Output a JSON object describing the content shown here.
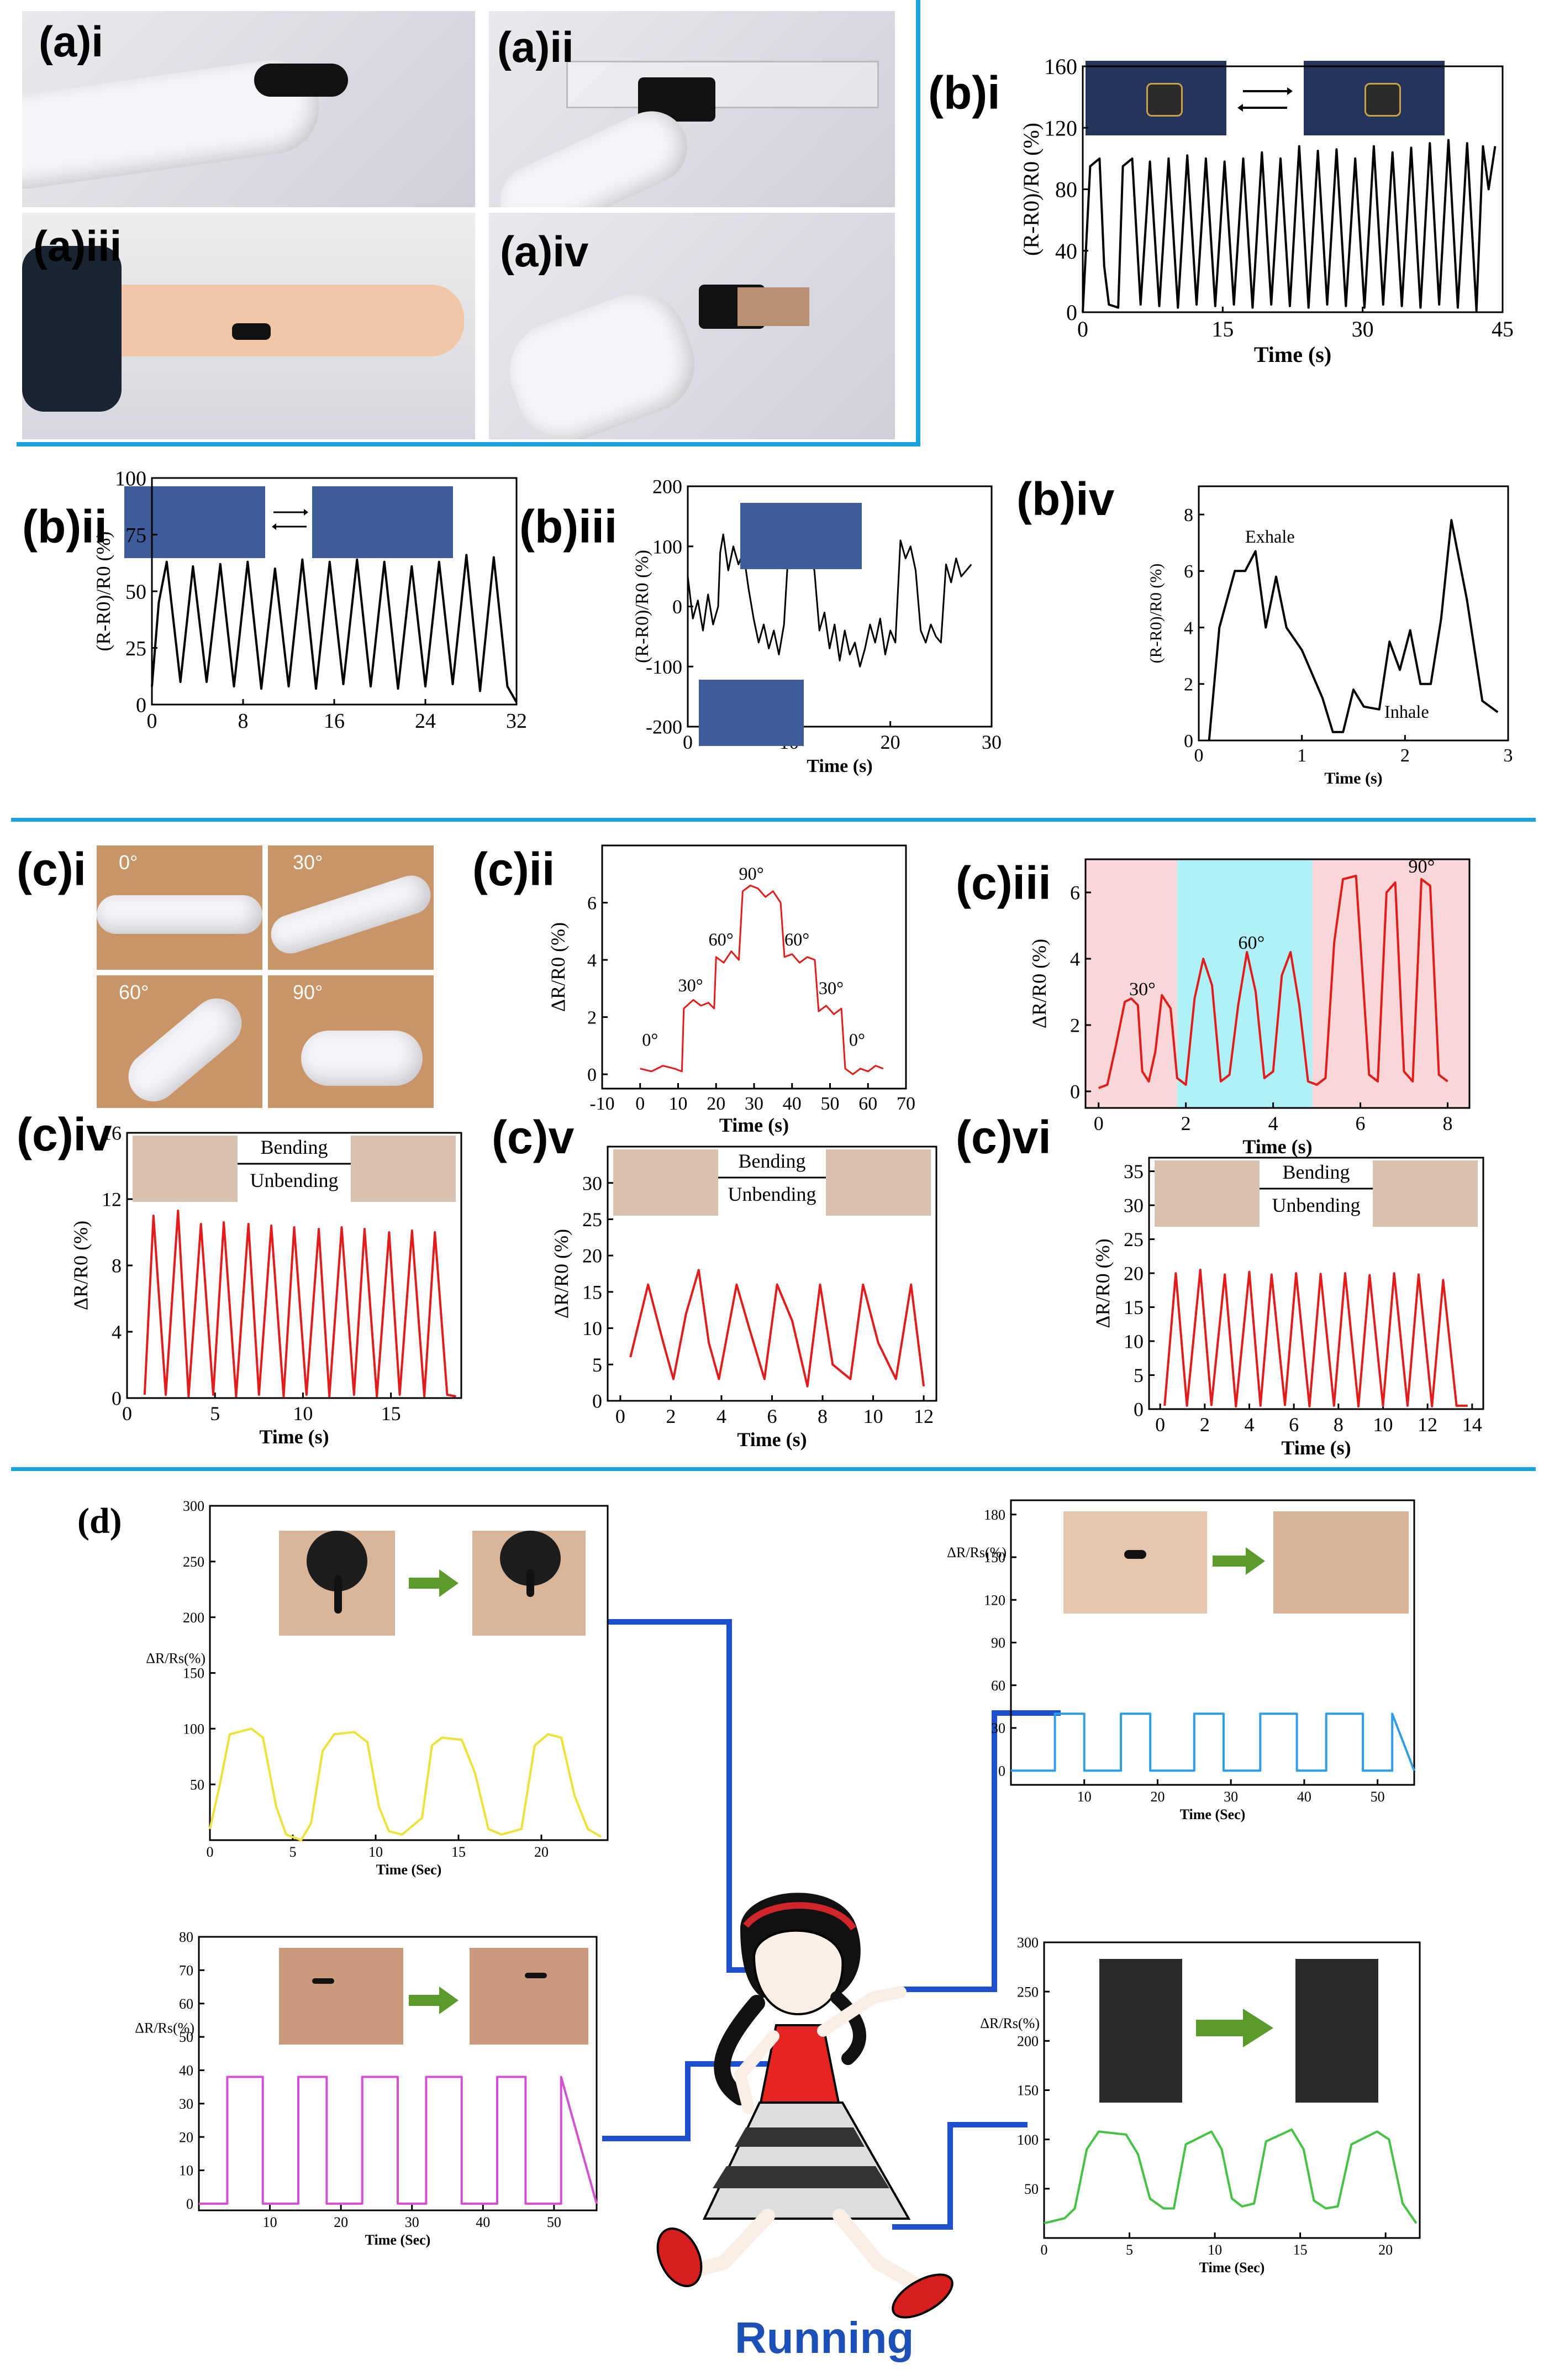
{
  "labels": {
    "ai": "(a)i",
    "aii": "(a)ii",
    "aiii": "(a)iii",
    "aiv": "(a)iv",
    "bi": "(b)i",
    "bii": "(b)ii",
    "biii": "(b)iii",
    "biv": "(b)iv",
    "ci": "(c)i",
    "cii": "(c)ii",
    "ciii": "(c)iii",
    "civ": "(c)iv",
    "cv": "(c)v",
    "cvi": "(c)vi",
    "d": "(d)"
  },
  "ci_angles": [
    "0°",
    "30°",
    "60°",
    "90°"
  ],
  "running": "Running",
  "colors": {
    "separator": "#1aa3e0",
    "red": "#e21b1b",
    "yellow": "#ece23a",
    "blue": "#2f9ce8",
    "magenta": "#d44fd2",
    "green": "#43c243",
    "connector": "#1d4fcf",
    "pinkband": "#f9d7d9",
    "cyanband": "#aef2f7"
  },
  "chart_data": [
    {
      "id": "bi",
      "type": "line",
      "xlabel": "Time (s)",
      "ylabel": "(R-R0)/R0 (%)",
      "xlim": [
        0,
        45
      ],
      "ylim": [
        0,
        160
      ],
      "xticks": [
        0,
        15,
        30,
        45
      ],
      "yticks": [
        0,
        40,
        80,
        120,
        160
      ],
      "color": "#000000",
      "x": [
        0,
        0.8,
        1.8,
        2.3,
        2.8,
        3.8,
        4.3,
        5.3,
        6.2,
        7.2,
        8.2,
        9.2,
        10.2,
        11.2,
        12.2,
        13.2,
        14.2,
        15.2,
        16.2,
        17.2,
        18.2,
        19.2,
        20.2,
        21.2,
        22.2,
        23.2,
        24.2,
        25.2,
        26.2,
        27.2,
        28.2,
        29.2,
        30.2,
        31.2,
        32.2,
        33.2,
        34.2,
        35.2,
        36.2,
        37.2,
        38.2,
        39.2,
        40.2,
        41.2,
        42.2,
        42.9,
        43.5,
        44.2
      ],
      "y": [
        0,
        95,
        100,
        30,
        5,
        3,
        95,
        100,
        5,
        98,
        4,
        100,
        3,
        102,
        5,
        100,
        4,
        98,
        5,
        100,
        3,
        104,
        5,
        100,
        4,
        108,
        3,
        105,
        5,
        106,
        4,
        100,
        3,
        108,
        5,
        104,
        4,
        107,
        3,
        110,
        5,
        112,
        3,
        110,
        1,
        108,
        80,
        108
      ]
    },
    {
      "id": "bii",
      "type": "line",
      "xlabel": "",
      "ylabel": "(R-R0)/R0 (%)",
      "xlim": [
        0,
        32
      ],
      "ylim": [
        0,
        100
      ],
      "xticks": [
        0,
        8,
        16,
        24,
        32
      ],
      "yticks": [
        0,
        25,
        50,
        75,
        100
      ],
      "color": "#000000",
      "x": [
        0,
        0.6,
        1.3,
        2.5,
        3.6,
        4.8,
        6.0,
        7.2,
        8.4,
        9.6,
        10.8,
        12.0,
        13.2,
        14.4,
        15.6,
        16.8,
        18.0,
        19.2,
        20.4,
        21.6,
        22.8,
        24.0,
        25.2,
        26.4,
        27.6,
        28.8,
        30.0,
        31.2,
        32
      ],
      "y": [
        8,
        45,
        63,
        10,
        61,
        10,
        62,
        8,
        63,
        7,
        60,
        8,
        64,
        7,
        63,
        9,
        64,
        8,
        63,
        7,
        61,
        8,
        63,
        9,
        66,
        6,
        65,
        8,
        1
      ]
    },
    {
      "id": "biii",
      "type": "line",
      "xlabel": "Time (s)",
      "ylabel": "(R-R0)/R0 (%)",
      "xlim": [
        0,
        30
      ],
      "ylim": [
        -200,
        200
      ],
      "xticks": [
        0,
        10,
        20,
        30
      ],
      "yticks": [
        -200,
        -100,
        0,
        100,
        200
      ],
      "color": "#000000",
      "x": [
        0,
        0.5,
        1,
        1.5,
        2,
        2.5,
        3,
        3.2,
        3.5,
        4,
        4.5,
        5,
        5.5,
        6,
        6.5,
        7,
        7.5,
        8,
        8.5,
        9,
        9.5,
        10,
        10.5,
        11,
        11.5,
        12,
        12.5,
        13,
        13.5,
        14,
        14.5,
        15,
        15.5,
        16,
        16.5,
        17,
        17.5,
        18,
        18.5,
        19,
        19.5,
        20,
        20.5,
        21,
        21.5,
        22,
        22.5,
        23,
        23.5,
        24,
        24.5,
        25,
        25.5,
        26,
        26.5,
        27,
        27.5,
        28
      ],
      "y": [
        50,
        -20,
        10,
        -40,
        20,
        -30,
        0,
        90,
        120,
        60,
        100,
        70,
        90,
        30,
        -20,
        -60,
        -30,
        -70,
        -40,
        -80,
        -30,
        110,
        70,
        100,
        80,
        90,
        60,
        -40,
        -10,
        -70,
        -30,
        -90,
        -40,
        -80,
        -60,
        -100,
        -70,
        -30,
        -60,
        -20,
        -80,
        -40,
        -60,
        110,
        80,
        100,
        60,
        -40,
        -60,
        -30,
        -50,
        -60,
        70,
        40,
        80,
        50,
        60,
        70
      ]
    },
    {
      "id": "biv",
      "type": "line",
      "xlabel": "Time (s)",
      "ylabel": "(R-R0)/R0 (%)",
      "xlim": [
        0,
        3
      ],
      "ylim": [
        0,
        9
      ],
      "xticks": [
        0,
        1,
        2,
        3
      ],
      "yticks": [
        0,
        2,
        4,
        6,
        8
      ],
      "color": "#000000",
      "annotations": [
        "Exhale",
        "Inhale"
      ],
      "x": [
        0.1,
        0.2,
        0.35,
        0.45,
        0.55,
        0.65,
        0.75,
        0.85,
        1.0,
        1.2,
        1.3,
        1.4,
        1.5,
        1.6,
        1.75,
        1.85,
        1.95,
        2.05,
        2.15,
        2.25,
        2.35,
        2.45,
        2.6,
        2.75,
        2.9
      ],
      "y": [
        0,
        4,
        6,
        6,
        6.7,
        4,
        5.8,
        4,
        3.2,
        1.5,
        0.3,
        0.3,
        1.8,
        1.2,
        1.1,
        3.5,
        2.5,
        3.9,
        2,
        2,
        4.3,
        7.8,
        5,
        1.4,
        1.0
      ]
    },
    {
      "id": "cii",
      "type": "line",
      "xlabel": "Time (s)",
      "ylabel": "ΔR/R0 (%)",
      "xlim": [
        -10,
        70
      ],
      "ylim": [
        -0.5,
        8
      ],
      "xticks": [
        -10,
        0,
        10,
        20,
        30,
        40,
        50,
        60,
        70
      ],
      "yticks": [
        0,
        2,
        4,
        6
      ],
      "color": "#e21b1b",
      "annotations": [
        "0°",
        "30°",
        "60°",
        "90°",
        "60°",
        "30°",
        "0°"
      ],
      "x": [
        0,
        3,
        6,
        9,
        11,
        11.5,
        14,
        16,
        18,
        19.5,
        20,
        22,
        24,
        26,
        27,
        29,
        31,
        33,
        35,
        37,
        38,
        40,
        42,
        44,
        46,
        47,
        49,
        51,
        53,
        54,
        56,
        58,
        60,
        62,
        64
      ],
      "y": [
        0.2,
        0.1,
        0.3,
        0.2,
        0.1,
        2.3,
        2.6,
        2.4,
        2.5,
        2.3,
        4.1,
        3.9,
        4.3,
        4.0,
        6.4,
        6.6,
        6.5,
        6.2,
        6.4,
        6.0,
        4.1,
        4.2,
        3.9,
        4.1,
        4.0,
        2.2,
        2.4,
        2.1,
        2.3,
        0.2,
        0.0,
        0.2,
        0.1,
        0.3,
        0.2
      ]
    },
    {
      "id": "ciii",
      "type": "line",
      "xlabel": "Time (s)",
      "ylabel": "ΔR/R0 (%)",
      "xlim": [
        -0.3,
        8.5
      ],
      "ylim": [
        -0.5,
        7
      ],
      "xticks": [
        0,
        2,
        4,
        6,
        8
      ],
      "yticks": [
        0,
        2,
        4,
        6
      ],
      "color": "#e21b1b",
      "annotations": [
        "30°",
        "60°",
        "90°"
      ],
      "x": [
        0,
        0.2,
        0.4,
        0.6,
        0.75,
        0.9,
        1.0,
        1.15,
        1.3,
        1.45,
        1.65,
        1.8,
        2.0,
        2.2,
        2.4,
        2.6,
        2.8,
        3.0,
        3.2,
        3.4,
        3.6,
        3.8,
        4.0,
        4.2,
        4.4,
        4.6,
        4.8,
        5.0,
        5.2,
        5.4,
        5.6,
        5.9,
        6.2,
        6.4,
        6.6,
        6.8,
        7.0,
        7.2,
        7.4,
        7.6,
        7.8,
        8.0
      ],
      "y": [
        0.1,
        0.2,
        1.4,
        2.7,
        2.8,
        2.6,
        0.6,
        0.3,
        1.2,
        2.9,
        2.5,
        0.4,
        0.2,
        2.8,
        4.0,
        3.2,
        0.3,
        0.5,
        2.6,
        4.2,
        3.0,
        0.4,
        0.6,
        3.5,
        4.2,
        2.6,
        0.3,
        0.2,
        0.4,
        4.5,
        6.4,
        6.5,
        0.5,
        0.3,
        6.0,
        6.3,
        0.6,
        0.3,
        6.4,
        6.2,
        0.5,
        0.3
      ]
    },
    {
      "id": "civ",
      "type": "line",
      "xlabel": "Time (s)",
      "ylabel": "ΔR/R0 (%)",
      "xlim": [
        0,
        19
      ],
      "ylim": [
        0,
        16
      ],
      "xticks": [
        0,
        5,
        10,
        15
      ],
      "yticks": [
        0,
        4,
        8,
        12,
        16
      ],
      "color": "#e21b1b",
      "annotations": [
        "Bending",
        "Unbending"
      ],
      "x": [
        1,
        1.5,
        2.2,
        2.9,
        3.5,
        4.2,
        4.9,
        5.5,
        6.2,
        6.9,
        7.5,
        8.2,
        8.9,
        9.5,
        10.2,
        10.9,
        11.5,
        12.2,
        12.9,
        13.5,
        14.2,
        14.9,
        15.5,
        16.2,
        16.9,
        17.5,
        18.2,
        18.7
      ],
      "y": [
        0.2,
        11,
        0.2,
        11.3,
        0.1,
        10.5,
        0.2,
        10.6,
        0.1,
        10.5,
        0.2,
        10.4,
        0.1,
        10.3,
        0.2,
        10.2,
        0.1,
        10.3,
        0.2,
        10.2,
        0.1,
        10.0,
        0.2,
        10.1,
        0.1,
        10.0,
        0.2,
        0.1
      ]
    },
    {
      "id": "cv",
      "type": "line",
      "xlabel": "Time (s)",
      "ylabel": "ΔR/R0 (%)",
      "xlim": [
        -0.5,
        12.5
      ],
      "ylim": [
        0,
        35
      ],
      "xticks": [
        0,
        2,
        4,
        6,
        8,
        10,
        12
      ],
      "yticks": [
        0,
        5,
        10,
        15,
        20,
        25,
        30
      ],
      "color": "#e21b1b",
      "annotations": [
        "Bending",
        "Unbending"
      ],
      "x": [
        0.4,
        1.1,
        1.7,
        2.1,
        2.6,
        3.1,
        3.5,
        3.9,
        4.6,
        5.1,
        5.7,
        6.2,
        6.8,
        7.4,
        7.9,
        8.4,
        9.1,
        9.6,
        10.2,
        10.9,
        11.5,
        12.0
      ],
      "y": [
        6,
        16,
        8,
        3,
        12,
        18,
        8,
        3,
        16,
        10,
        3,
        16,
        11,
        2,
        16,
        5,
        3,
        16,
        8,
        3,
        16,
        2
      ]
    },
    {
      "id": "cvi",
      "type": "line",
      "xlabel": "Time (s)",
      "ylabel": "ΔR/R0 (%)",
      "xlim": [
        -0.5,
        14.5
      ],
      "ylim": [
        0,
        37
      ],
      "xticks": [
        0,
        2,
        4,
        6,
        8,
        10,
        12,
        14
      ],
      "yticks": [
        0,
        5,
        10,
        15,
        20,
        25,
        30,
        35
      ],
      "color": "#e21b1b",
      "annotations": [
        "Bending",
        "Unbending"
      ],
      "x": [
        0.2,
        0.7,
        1.2,
        1.8,
        2.3,
        2.9,
        3.4,
        4.0,
        4.5,
        5.0,
        5.6,
        6.1,
        6.7,
        7.2,
        7.8,
        8.3,
        8.9,
        9.4,
        10.0,
        10.5,
        11.1,
        11.6,
        12.2,
        12.7,
        13.3,
        13.8
      ],
      "y": [
        0.5,
        20,
        0.5,
        20.5,
        0.6,
        19.8,
        0.4,
        20.2,
        0.5,
        19.8,
        0.6,
        20.0,
        0.4,
        19.9,
        0.5,
        20.0,
        0.4,
        19.7,
        0.5,
        20.0,
        0.5,
        19.8,
        0.4,
        19.0,
        0.5,
        0.5
      ]
    },
    {
      "id": "d1",
      "type": "line",
      "xlabel": "Time (Sec)",
      "ylabel": "ΔR/Rs(%)",
      "xlim": [
        0,
        24
      ],
      "ylim": [
        0,
        300
      ],
      "xticks": [
        0,
        5,
        10,
        15,
        20
      ],
      "yticks": [
        50,
        100,
        150,
        200,
        250,
        300
      ],
      "color": "#ece23a",
      "x": [
        0,
        0.6,
        1.2,
        2.5,
        3.2,
        4.0,
        4.6,
        5.5,
        6.1,
        6.8,
        7.5,
        8.7,
        9.5,
        10.2,
        10.8,
        11.6,
        12.8,
        13.4,
        14.0,
        15.2,
        16.0,
        16.8,
        17.6,
        18.8,
        19.6,
        20.4,
        21.2,
        22.0,
        22.8,
        23.6
      ],
      "y": [
        10,
        50,
        95,
        100,
        92,
        30,
        5,
        0,
        15,
        80,
        95,
        97,
        88,
        30,
        8,
        5,
        20,
        85,
        92,
        90,
        60,
        10,
        5,
        10,
        85,
        95,
        92,
        40,
        10,
        3
      ]
    },
    {
      "id": "d2",
      "type": "line",
      "xlabel": "Time (Sec)",
      "ylabel": "ΔR/Rs(%)",
      "xlim": [
        0,
        55
      ],
      "ylim": [
        -10,
        190
      ],
      "xticks": [
        10,
        20,
        30,
        40,
        50
      ],
      "yticks": [
        0,
        30,
        60,
        90,
        120,
        150,
        180
      ],
      "color": "#2f9ce8",
      "x": [
        0,
        6,
        6,
        10,
        10,
        15,
        15,
        19,
        19,
        25,
        25,
        29,
        29,
        34,
        34,
        39,
        39,
        43,
        43,
        48,
        48,
        52,
        52,
        55
      ],
      "y": [
        0,
        0,
        40,
        40,
        0,
        0,
        40,
        40,
        0,
        0,
        40,
        40,
        0,
        0,
        40,
        40,
        0,
        0,
        40,
        40,
        0,
        0,
        40,
        0
      ]
    },
    {
      "id": "d3",
      "type": "line",
      "xlabel": "Time (Sec)",
      "ylabel": "ΔR/Rs(%)",
      "xlim": [
        0,
        56
      ],
      "ylim": [
        -2,
        80
      ],
      "xticks": [
        10,
        20,
        30,
        40,
        50
      ],
      "yticks": [
        0,
        10,
        20,
        30,
        40,
        50,
        60,
        70,
        80
      ],
      "color": "#d44fd2",
      "x": [
        0,
        4,
        4,
        9,
        9,
        14,
        14,
        18,
        18,
        23,
        23,
        28,
        28,
        32,
        32,
        37,
        37,
        42,
        42,
        46,
        46,
        51,
        51,
        56
      ],
      "y": [
        0,
        0,
        38,
        38,
        0,
        0,
        38,
        38,
        0,
        0,
        38,
        38,
        0,
        0,
        38,
        38,
        0,
        0,
        38,
        38,
        0,
        0,
        38,
        0
      ]
    },
    {
      "id": "d4",
      "type": "line",
      "xlabel": "Time (Sec)",
      "ylabel": "ΔR/Rs(%)",
      "xlim": [
        0,
        22
      ],
      "ylim": [
        0,
        300
      ],
      "xticks": [
        0,
        5,
        10,
        15,
        20
      ],
      "yticks": [
        50,
        100,
        150,
        200,
        250,
        300
      ],
      "color": "#43c243",
      "x": [
        0,
        1.2,
        1.8,
        2.5,
        3.2,
        4.8,
        5.5,
        6.2,
        7.0,
        7.6,
        8.3,
        9.8,
        10.4,
        11.0,
        11.6,
        12.3,
        13.0,
        14.5,
        15.2,
        15.8,
        16.5,
        17.2,
        18.0,
        19.5,
        20.2,
        21.0,
        21.8
      ],
      "y": [
        15,
        20,
        30,
        90,
        108,
        105,
        85,
        40,
        30,
        30,
        95,
        108,
        90,
        40,
        32,
        35,
        98,
        110,
        90,
        38,
        30,
        32,
        95,
        108,
        100,
        35,
        15
      ]
    }
  ]
}
